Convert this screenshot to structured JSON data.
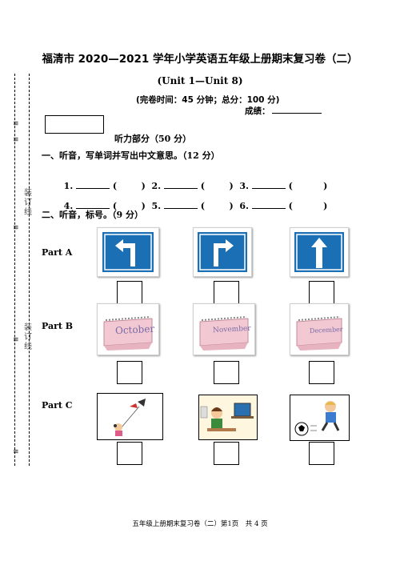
{
  "header": {
    "title": "福清市 2020—2021 学年小学英语五年级上册期末复习卷（二）",
    "subtitle": "(Unit 1—Unit 8)",
    "time_info": "(完卷时间：45 分钟；总分：100 分)",
    "score_label": "成绩："
  },
  "listening_title": "听力部分（50 分）",
  "section1": {
    "title": "一、听音，写单词并写出中文意思。（12 分）",
    "items": [
      {
        "num": "1."
      },
      {
        "num": "2."
      },
      {
        "num": "3."
      },
      {
        "num": "4."
      },
      {
        "num": "5."
      },
      {
        "num": "6."
      }
    ]
  },
  "section2": {
    "title": "二、听音，标号。（9 分）",
    "parts": [
      {
        "label": "Part A",
        "items": [
          "turn-left-sign",
          "turn-right-sign",
          "go-straight-sign"
        ]
      },
      {
        "label": "Part B",
        "items": [
          "October",
          "November",
          "December"
        ]
      },
      {
        "label": "Part C",
        "items": [
          "flying-kite",
          "reading-boy",
          "playing-football"
        ]
      }
    ]
  },
  "margin": {
    "binding_text_1": "装订线",
    "binding_text_2": "装订线"
  },
  "footer": "五年级上册期末复习卷（二）第1页　共 4 页",
  "colors": {
    "sign_blue": "#1a6fb5",
    "calendar_pink": "#f2c9d2",
    "calendar_purple": "#7a6aa8"
  }
}
